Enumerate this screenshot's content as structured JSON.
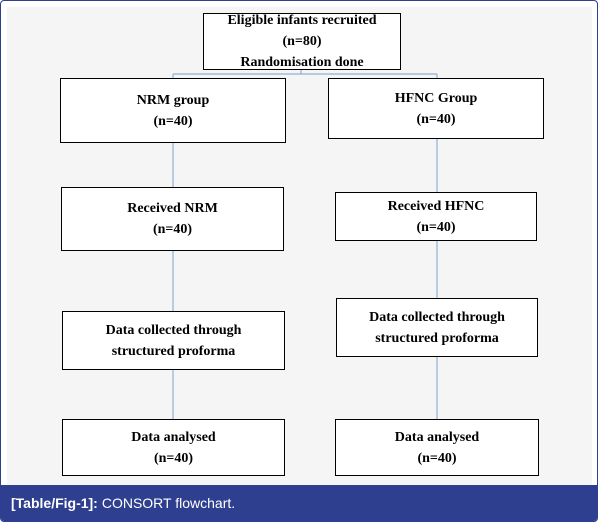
{
  "diagram": {
    "enrolment": {
      "line1": "Eligible infants recruited",
      "line2": "(n=80)",
      "line3": "Randomisation done"
    },
    "nrm_group": {
      "line1": "NRM group",
      "line2": "(n=40)"
    },
    "hfnc_group": {
      "line1": "HFNC Group",
      "line2": "(n=40)"
    },
    "nrm_received": {
      "line1": "Received NRM",
      "line2": "(n=40)"
    },
    "hfnc_received": {
      "line1": "Received HFNC",
      "line2": "(n=40)"
    },
    "nrm_data_collected": {
      "line1": "Data collected through",
      "line2": "structured proforma"
    },
    "hfnc_data_collected": {
      "line1": "Data collected through",
      "line2": "structured proforma"
    },
    "nrm_analysed": {
      "line1": "Data analysed",
      "line2": "(n=40)"
    },
    "hfnc_analysed": {
      "line1": "Data analysed",
      "line2": "(n=40)"
    }
  },
  "caption": {
    "label": "[Table/Fig-1]:",
    "text": "CONSORT flowchart."
  },
  "colors": {
    "caption_bar": "#2f3f90",
    "connector": "#8fb0d6",
    "panel_background": "#f5f5f5"
  }
}
